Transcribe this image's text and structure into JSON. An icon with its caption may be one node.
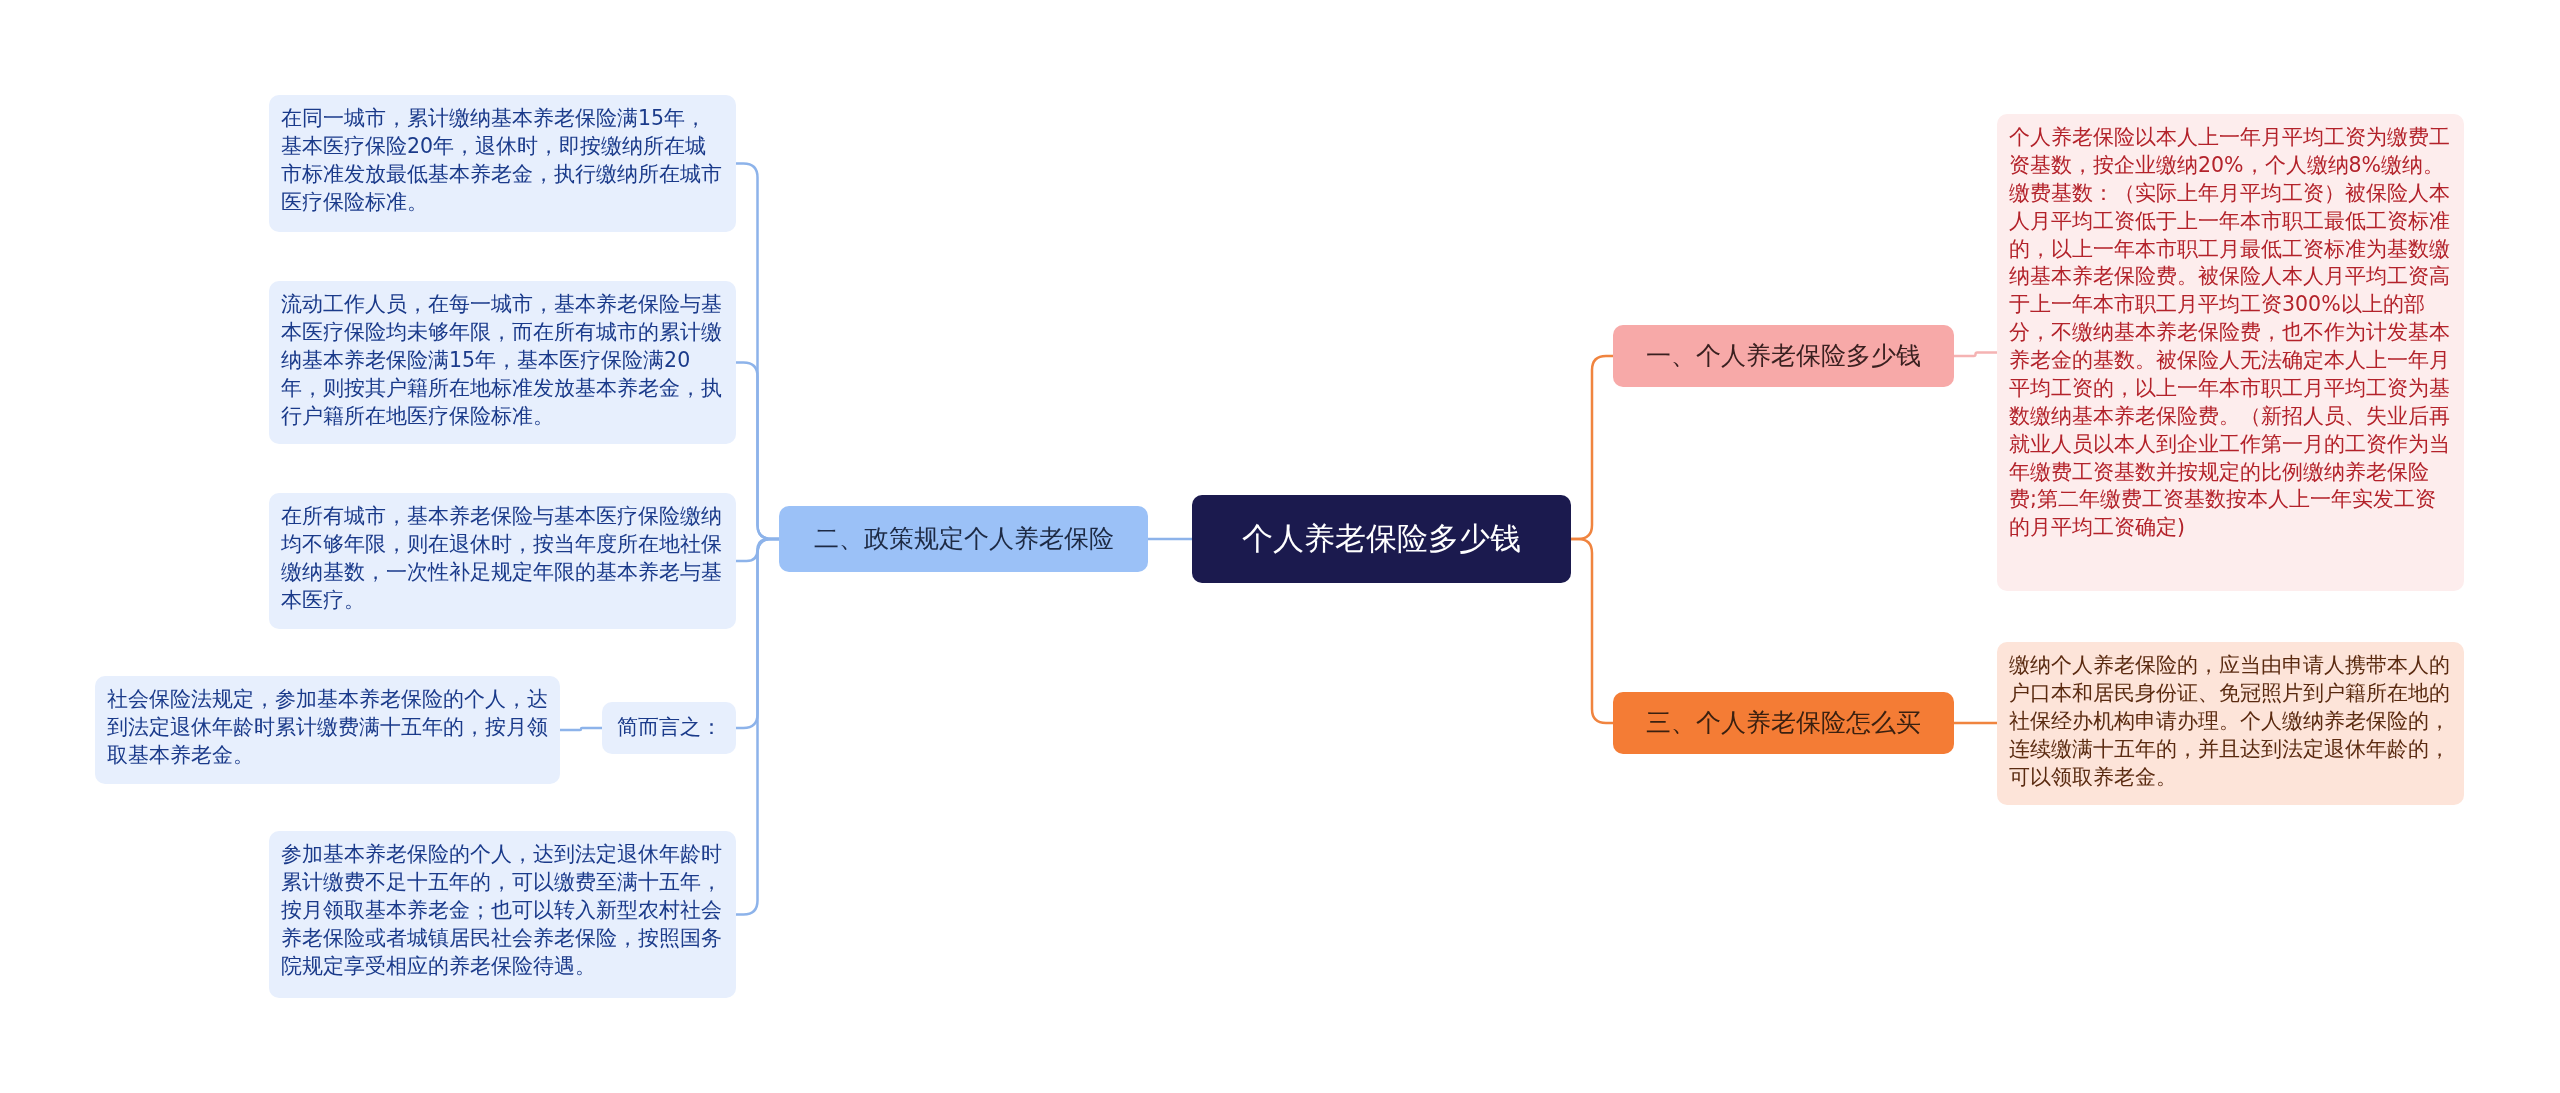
{
  "diagram": {
    "nodes": [
      {
        "text": [
          "个人养老保险多少钱"
        ]
      },
      {
        "text": [
          "一、个人养老保险多少钱"
        ]
      },
      {
        "text": [
          "个人养老保险以本人上一年月平均工资为缴费工资基数，按企业缴纳20%，个人缴纳8%缴纳。缴费基数：（实际上年月平均工资）被保险人本人月平均工资低于上一年本市职工最低工资标准的，以上一年本市职工月最低工资标准为基数缴纳基本养老保险费。被保险人本人月平均工资高于上一年本市职工月平均工资300%以上的部分，不缴纳基本养老保险费，也不作为计发基本养老金的基数。被保险人无法确定本人上一年月平均工资的，以上一年本市职工月平均工资为基数缴纳基本养老保险费。（新招人员、失业后再就业人员以本人到企业工作第一月的工资作为当年缴费工资基数并按规定的比例缴纳养老保险费;第二年缴费工资基数按本人上一年实发工资的月平均工资确定)"
        ]
      },
      {
        "text": [
          "三、个人养老保险怎么买"
        ]
      },
      {
        "text": [
          "缴纳个人养老保险的，应当由申请人携带本人的户口本和居民身份证、免冠照片到户籍所在地的社保经办机构申请办理。个人缴纳养老保险的，连续缴满十五年的，并且达到法定退休年龄的，可以领取养老金。"
        ]
      },
      {
        "text": [
          "二、政策规定个人养老保险"
        ]
      },
      {
        "text": [
          "在同一城市，累计缴纳基本养老保险满15年，基本医疗保险20年，退休时，即按缴纳所在城市标准发放最低基本养老金，执行缴纳所在城市医疗保险标准。"
        ]
      },
      {
        "text": [
          "流动工作人员，在每一城市，基本养老保险与基本医疗保险均未够年限，而在所有城市的累计缴纳基本养老保险满15年，基本医疗保险满20年，则按其户籍所在地标准发放基本养老金，执行户籍所在地医疗保险标准。"
        ]
      },
      {
        "text": [
          "在所有城市，基本养老保险与基本医疗保险缴纳均不够年限，则在退休时，按当年度所在地社保缴纳基数，一次性补足规定年限的基本养老与基本医疗。"
        ]
      },
      {
        "text": [
          "简而言之："
        ]
      },
      {
        "text": [
          "社会保险法规定，参加基本养老保险的个人，达到法定退休年龄时累计缴费满十五年的，按月领取基本养老金。"
        ]
      },
      {
        "text": [
          "参加基本养老保险的个人，达到法定退休年龄时累计缴费不足十五年的，可以缴费至满十五年，按月领取基本养老金；也可以转入新型农村社会养老保险或者城镇居民社会养老保险，按照国务院规定享受相应的养老保险待遇。"
        ]
      }
    ],
    "edges": [
      {
        "from": 0,
        "to": 1,
        "arrow": "none",
        "color": "#f0843f"
      },
      {
        "from": 1,
        "to": 2,
        "arrow": "none",
        "color": "#f5b3b3"
      },
      {
        "from": 0,
        "to": 3,
        "arrow": "none",
        "color": "#f0843f"
      },
      {
        "from": 3,
        "to": 4,
        "arrow": "none",
        "color": "#f0843f"
      },
      {
        "from": 0,
        "to": 5,
        "arrow": "none"
      },
      {
        "from": 5,
        "to": 6,
        "arrow": "none"
      },
      {
        "from": 5,
        "to": 7,
        "arrow": "none"
      },
      {
        "from": 5,
        "to": 8,
        "arrow": "none"
      },
      {
        "from": 5,
        "to": 9,
        "arrow": "none"
      },
      {
        "from": 9,
        "to": 10,
        "arrow": "none"
      },
      {
        "from": 5,
        "to": 11,
        "arrow": "none"
      }
    ]
  }
}
